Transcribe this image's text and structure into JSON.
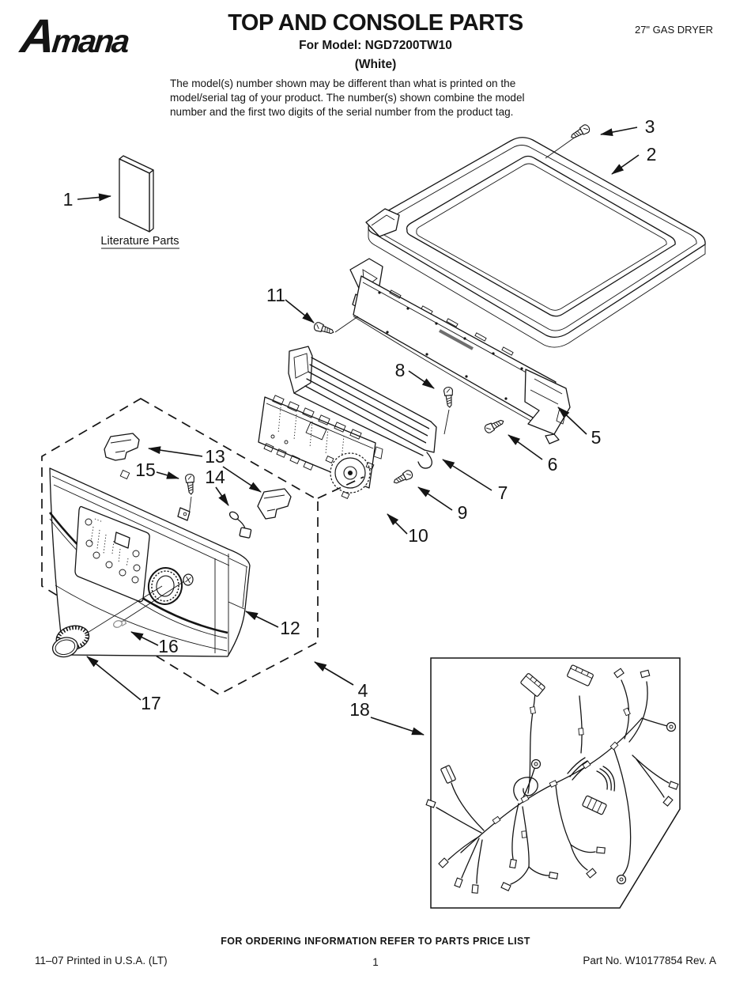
{
  "header": {
    "logo": "Amana",
    "title": "TOP AND CONSOLE PARTS",
    "model_line": "For Model: NGD7200TW10",
    "color_line": "(White)",
    "product_type": "27\" GAS DRYER",
    "note_lines": [
      "The model(s) number shown may be different than what is printed on the",
      "model/serial tag of your product. The number(s) shown combine the model",
      "number and the first two digits of the serial number from the product tag."
    ]
  },
  "diagram": {
    "literature_label": "Literature Parts",
    "callouts": {
      "c1": "1",
      "c2": "2",
      "c3": "3",
      "c4": "4",
      "c5": "5",
      "c6": "6",
      "c7": "7",
      "c8": "8",
      "c9": "9",
      "c10": "10",
      "c11": "11",
      "c12": "12",
      "c13": "13",
      "c14": "14",
      "c15": "15",
      "c16": "16",
      "c17": "17",
      "c18": "18"
    }
  },
  "footer": {
    "ordering_note": "FOR ORDERING INFORMATION REFER TO PARTS PRICE LIST",
    "printed_info": "11–07 Printed in U.S.A. (LT)",
    "page_number": "1",
    "part_number": "Part No. W10177854 Rev. A"
  }
}
